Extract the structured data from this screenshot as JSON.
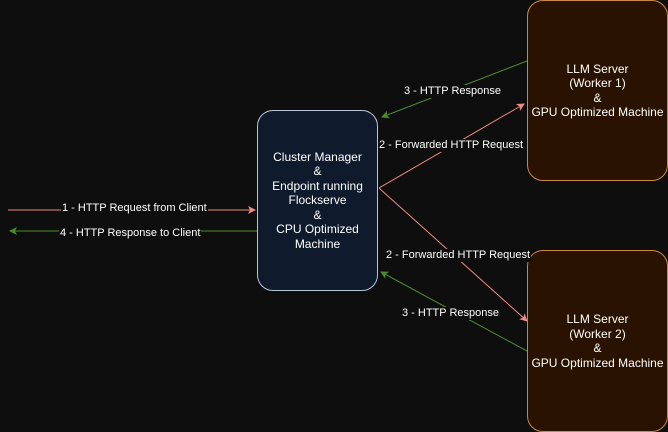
{
  "nodes": {
    "cluster_manager": "Cluster Manager\n&\nEndpoint running\nFlockserve\n&\nCPU Optimized\nMachine",
    "worker1": "LLM Server\n(Worker 1)\n&\nGPU Optimized Machine",
    "worker2": "LLM Server\n(Worker 2)\n&\nGPU Optimized Machine"
  },
  "edges": {
    "client_request": "1 - HTTP Request from Client",
    "client_response": "4 - HTTP Response to Client",
    "forward_w1": "2 - Forwarded HTTP Request",
    "response_w1": "3 -  HTTP Response",
    "forward_w2": "2 - Forwarded HTTP Request",
    "response_w2": "3 -  HTTP Response"
  },
  "colors": {
    "request": "#ef8a80",
    "response": "#4d8a2e",
    "manager_fill": "#0f1b2d",
    "manager_border": "#b9c6d6",
    "worker_fill": "#2a1200",
    "worker_border": "#c98a3e",
    "background": "#0e0e0e"
  }
}
